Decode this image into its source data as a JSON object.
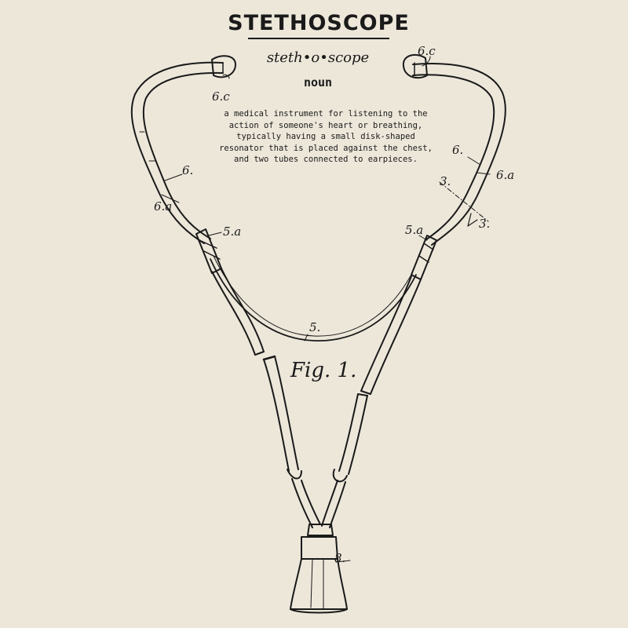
{
  "entry": {
    "word": "STETHOSCOPE",
    "pronunciation": "steth•o•scope",
    "part_of_speech": "noun",
    "definition": "a medical instrument for listening to the action of someone's heart or breathing, typically having a small disk-shaped resonator that is placed against the chest, and two tubes connected to earpieces."
  },
  "figure": {
    "caption": "Fig. 1.",
    "labels": {
      "earpiece_left": "6.c",
      "earpiece_right": "6.c",
      "tube_left": "6.",
      "tube_left_a": "6.a",
      "tube_right": "6.",
      "tube_right_a": "6.a",
      "joint_left": "5.a",
      "joint_right": "5.a",
      "spring": "5.",
      "section_a": "3.",
      "section_b": "3.",
      "chestpiece": "8."
    }
  },
  "colors": {
    "paper": "#ede7da",
    "ink": "#1a1a1a"
  }
}
